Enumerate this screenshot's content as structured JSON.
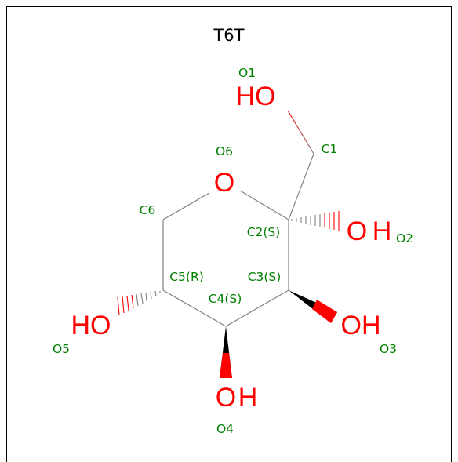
{
  "title": "T6T",
  "colors": {
    "bond": "#808080",
    "oxygen": "#ff0000",
    "label": "#008000",
    "text": "#000000"
  },
  "elements": {
    "o1": "HO",
    "o2_o": "O",
    "o2_h": "H",
    "o3": "OH",
    "o4_o": "O",
    "o4_h": "H",
    "o5": "HO",
    "o6": "O"
  },
  "labels": {
    "o1": "O1",
    "c1": "C1",
    "o6": "O6",
    "c6": "C6",
    "c2": "C2(S)",
    "o2": "O2",
    "c5": "C5(R)",
    "c3": "C3(S)",
    "c4": "C4(S)",
    "o5": "O5",
    "o3": "O3",
    "o4": "O4"
  }
}
